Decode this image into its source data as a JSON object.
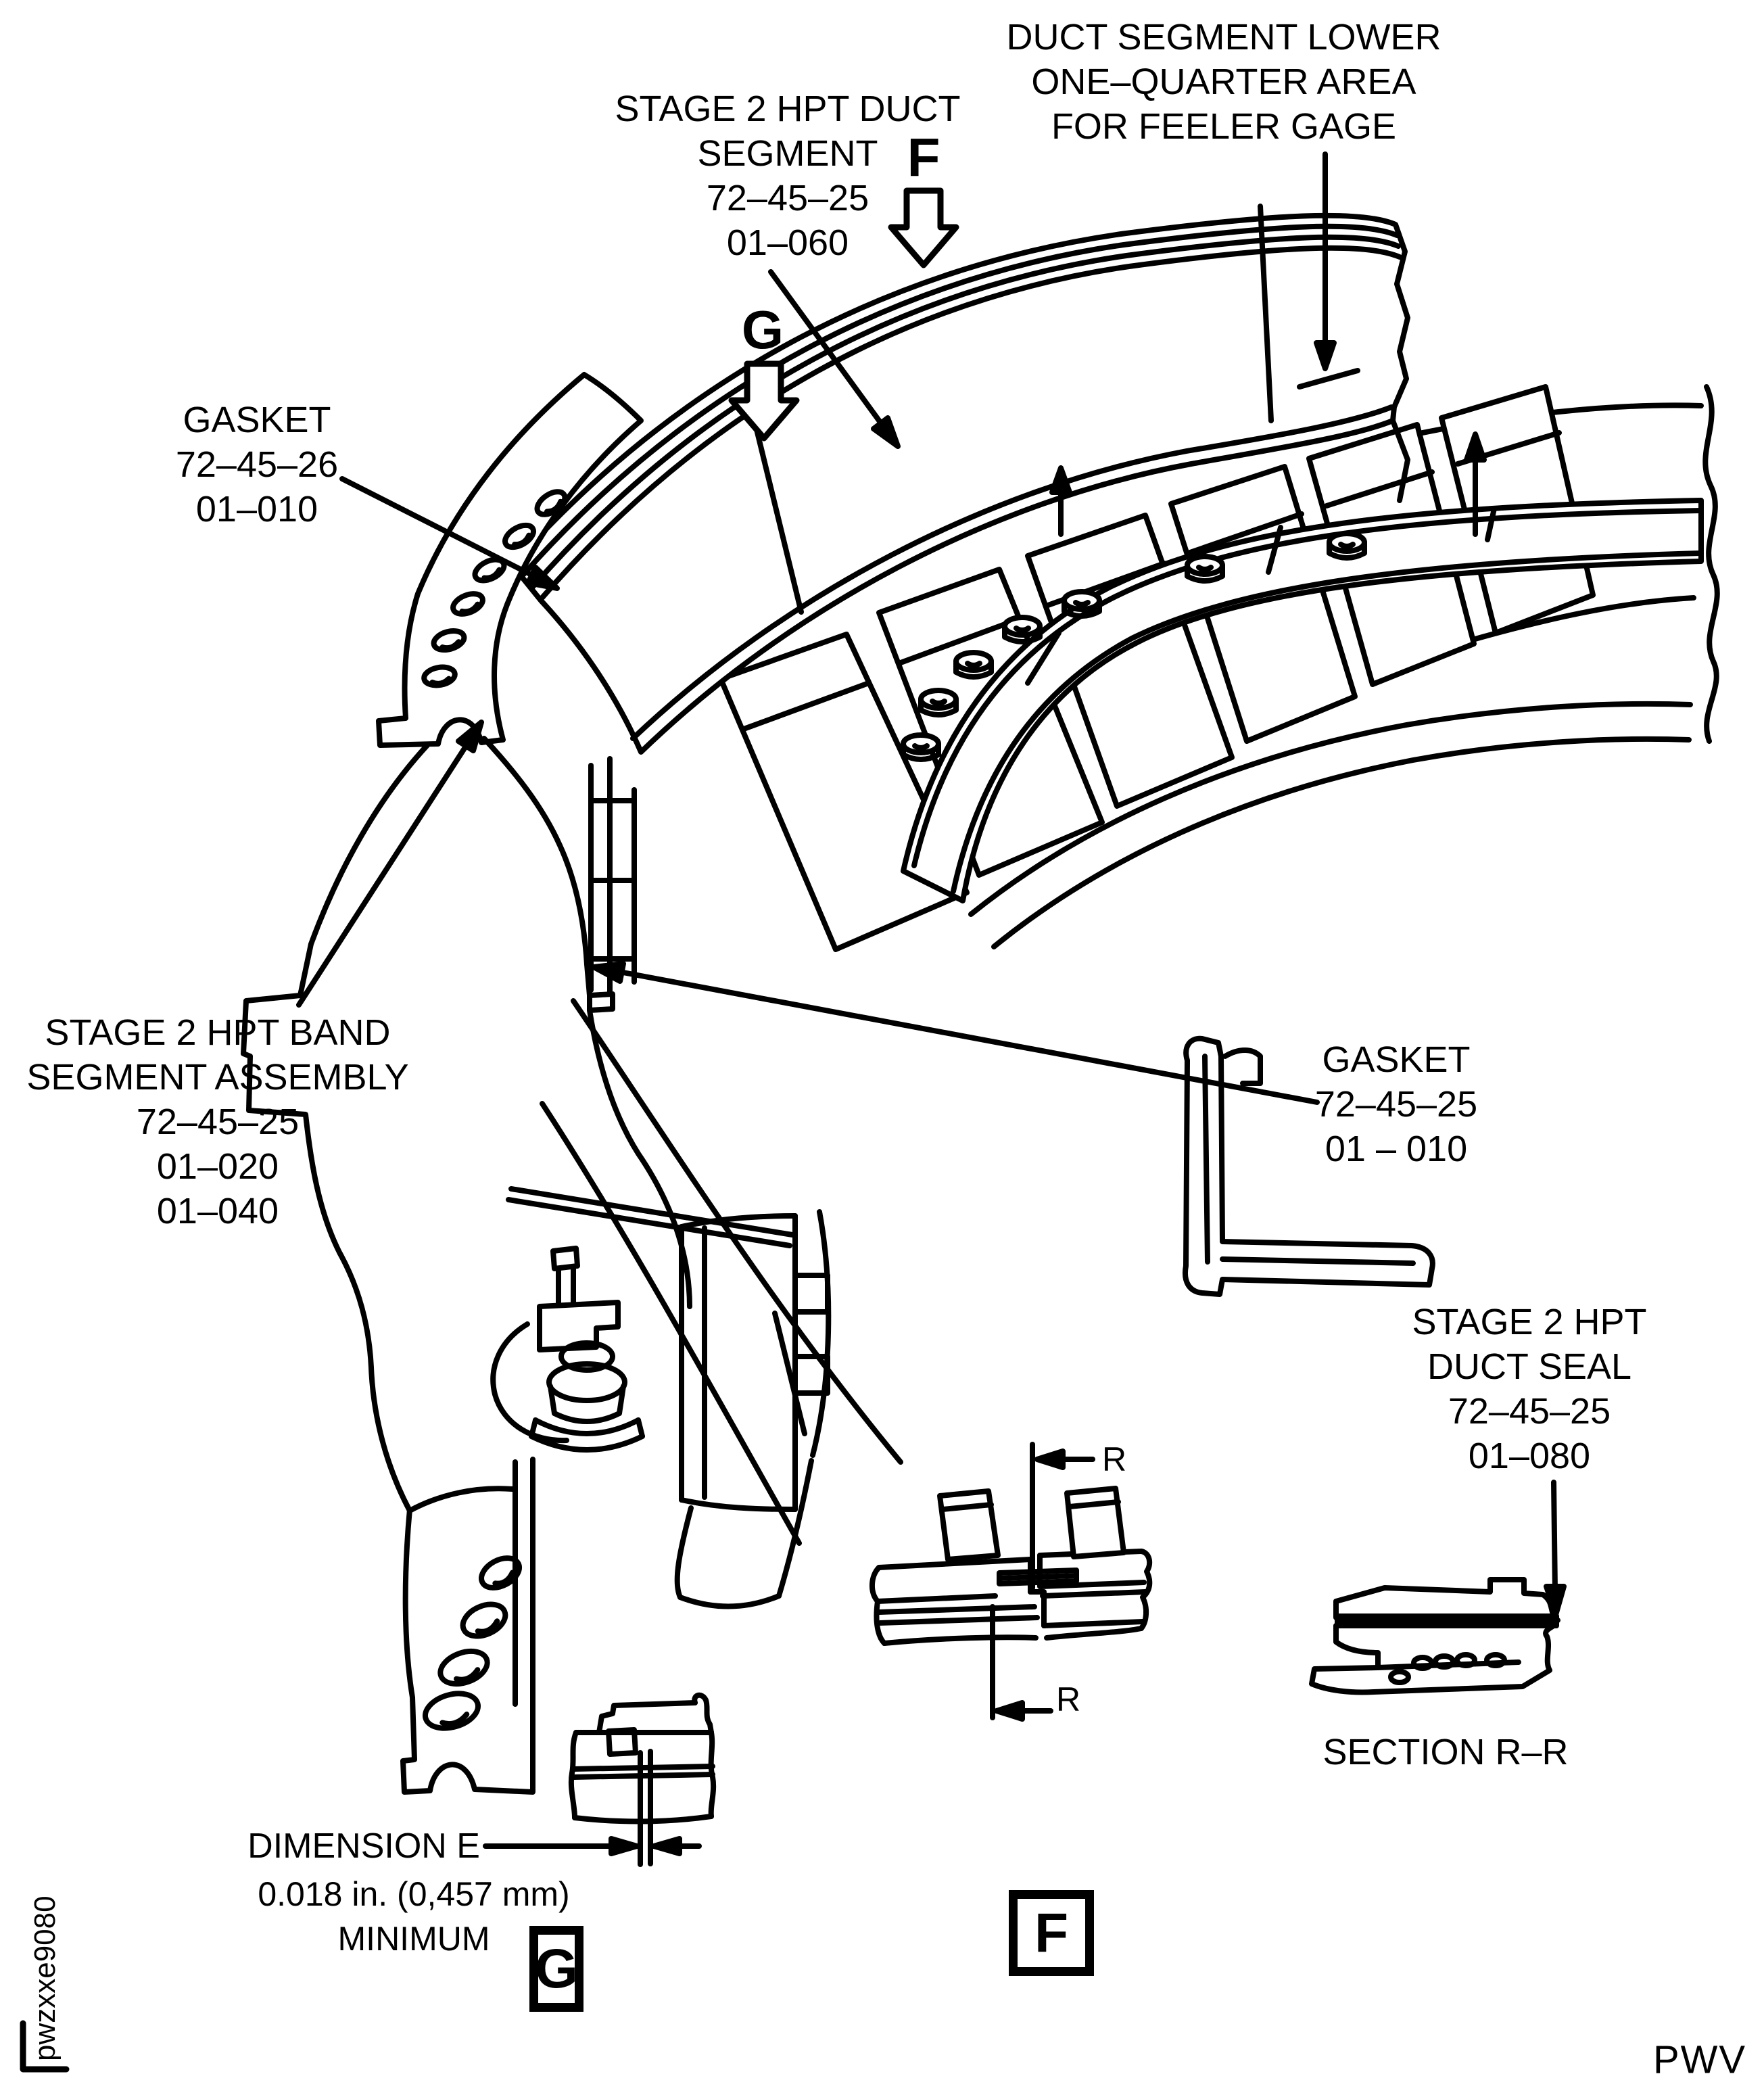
{
  "colors": {
    "ink": "#000000",
    "paper": "#ffffff"
  },
  "callouts": {
    "duct_segment": {
      "lines": [
        "STAGE 2 HPT DUCT",
        "SEGMENT",
        "72–45–25",
        "01–060"
      ]
    },
    "feeler_area": {
      "lines": [
        "DUCT SEGMENT LOWER",
        "ONE–QUARTER AREA",
        "FOR FEELER GAGE"
      ]
    },
    "gasket_upper_left": {
      "lines": [
        "GASKET",
        "72–45–26",
        "01–010"
      ]
    },
    "band_assembly": {
      "lines": [
        "STAGE 2 HPT BAND",
        "SEGMENT ASSEMBLY",
        "72–45–25",
        "01–020",
        "01–040"
      ]
    },
    "gasket_right": {
      "lines": [
        "GASKET",
        "72–45–25",
        "01 – 010"
      ]
    },
    "duct_seal": {
      "lines": [
        "STAGE 2 HPT",
        "DUCT SEAL",
        "72–45–25",
        "01–080"
      ]
    },
    "dimension": {
      "label": "DIMENSION E",
      "value": "0.018 in. (0,457 mm)",
      "qualifier": "MINIMUM"
    },
    "section": {
      "label": "SECTION R–R"
    }
  },
  "view_markers": {
    "f_flag": "F",
    "g_flag": "G",
    "f_detail_box": "F",
    "g_detail_box": "G",
    "section_arrow_upper": "R",
    "section_arrow_lower": "R"
  },
  "footer": {
    "artwork_code": "pwzxxe9080",
    "brand_code": "PWV"
  }
}
